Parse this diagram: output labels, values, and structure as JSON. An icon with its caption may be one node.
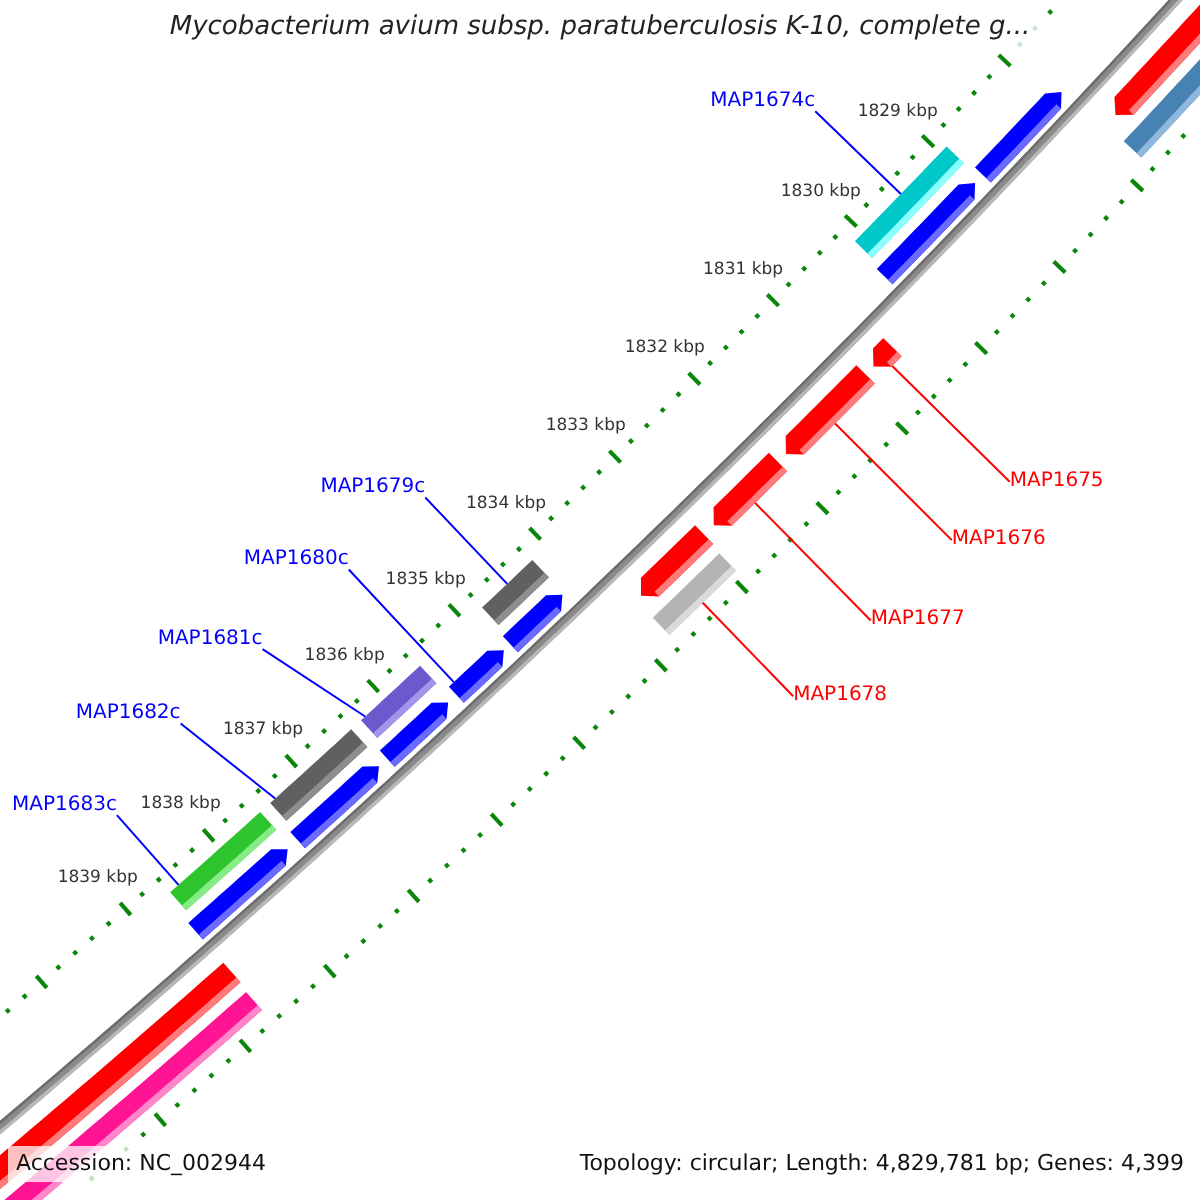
{
  "diagram": {
    "title": "Mycobacterium avium subsp. paratuberculosis K-10, complete g...",
    "nodes": [
      {
        "text": [],
        "shape": "pentagon"
      },
      {
        "text": [],
        "shape": "bar"
      },
      {
        "text": [
          "MAP1674c"
        ]
      },
      {
        "text": [],
        "shape": "pentagon"
      },
      {
        "text": [],
        "shape": "bar"
      },
      {
        "text": [],
        "shape": "pentagon"
      },
      {
        "text": [],
        "shape": "pentagon"
      },
      {
        "text": [],
        "shape": "pentagon"
      },
      {
        "text": [],
        "shape": "pentagon"
      },
      {
        "text": [
          "MAP1679c"
        ]
      },
      {
        "text": [
          "MAP1675"
        ]
      },
      {
        "text": [
          "MAP1680c"
        ]
      },
      {
        "text": [],
        "shape": "pentagon"
      },
      {
        "text": [
          "MAP1676"
        ]
      },
      {
        "text": [],
        "shape": "bar"
      },
      {
        "text": [],
        "shape": "bar"
      },
      {
        "text": [
          "MAP1681c"
        ]
      },
      {
        "text": [],
        "shape": "pentagon"
      },
      {
        "text": [
          "MAP1677"
        ]
      },
      {
        "text": [],
        "shape": "pentagon"
      },
      {
        "text": [
          "MAP1682c"
        ]
      },
      {
        "text": [],
        "shape": "bar"
      },
      {
        "text": [
          "MAP1678"
        ]
      },
      {
        "text": [],
        "shape": "pentagon"
      },
      {
        "text": [],
        "shape": "bar"
      },
      {
        "text": [
          "MAP1683c"
        ]
      },
      {
        "text": [],
        "shape": "pentagon"
      },
      {
        "text": [],
        "shape": "bar"
      },
      {
        "text": [],
        "shape": "pentagon"
      },
      {
        "text": [],
        "shape": "bar"
      },
      {
        "text": [],
        "shape": "bar"
      }
    ],
    "edges": [
      {
        "from": 2,
        "to": 4,
        "arrow": "none"
      },
      {
        "from": 9,
        "to": 15,
        "arrow": "none"
      },
      {
        "from": 10,
        "to": 6,
        "arrow": "none",
        "color": "#ff0000"
      },
      {
        "from": 11,
        "to": 19,
        "arrow": "none"
      },
      {
        "from": 13,
        "to": 7,
        "arrow": "none",
        "color": "#ff0000"
      },
      {
        "from": 16,
        "to": 21,
        "arrow": "none"
      },
      {
        "from": 18,
        "to": 8,
        "arrow": "none",
        "color": "#ff0000"
      },
      {
        "from": 20,
        "to": 24,
        "arrow": "none"
      },
      {
        "from": 22,
        "to": 14,
        "arrow": "none",
        "color": "#ff0000"
      },
      {
        "from": 25,
        "to": 27,
        "arrow": "none"
      }
    ],
    "labels": [
      "1829 kbp",
      "1830 kbp",
      "1831 kbp",
      "1832 kbp",
      "1833 kbp",
      "1834 kbp",
      "1835 kbp",
      "1836 kbp",
      "1837 kbp",
      "1838 kbp",
      "1839 kbp",
      "Accession: NC_002944",
      "Topology: circular; Length: 4,829,781 bp; Genes: 4,399"
    ]
  }
}
